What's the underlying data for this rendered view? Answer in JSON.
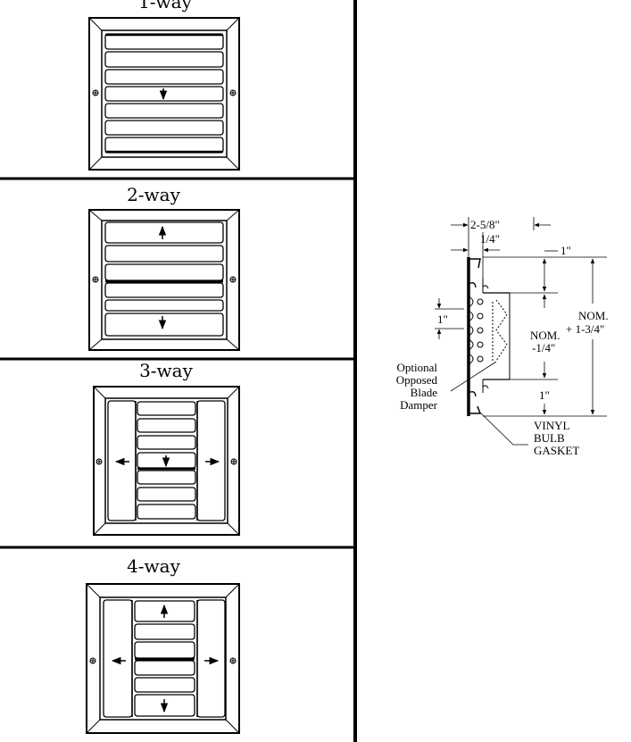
{
  "panels": [
    {
      "title": "1-way"
    },
    {
      "title": "2-way"
    },
    {
      "title": "3-way"
    },
    {
      "title": "4-way"
    }
  ],
  "section": {
    "dims": {
      "d_2_5_8": "2-5/8\"",
      "d_1_4": "1/4\"",
      "d_1_top": "1\"",
      "d_1_left": "1\"",
      "nom_a": "NOM.",
      "nom_a2": "-1/4\"",
      "nom_b": "NOM.",
      "nom_b2": "+ 1-3/4\"",
      "d_1_bottom": "1\""
    },
    "labels": {
      "damper": [
        "Optional",
        "Opposed",
        "Blade",
        "Damper"
      ],
      "gasket": [
        "VINYL",
        "BULB",
        "GASKET"
      ]
    }
  }
}
